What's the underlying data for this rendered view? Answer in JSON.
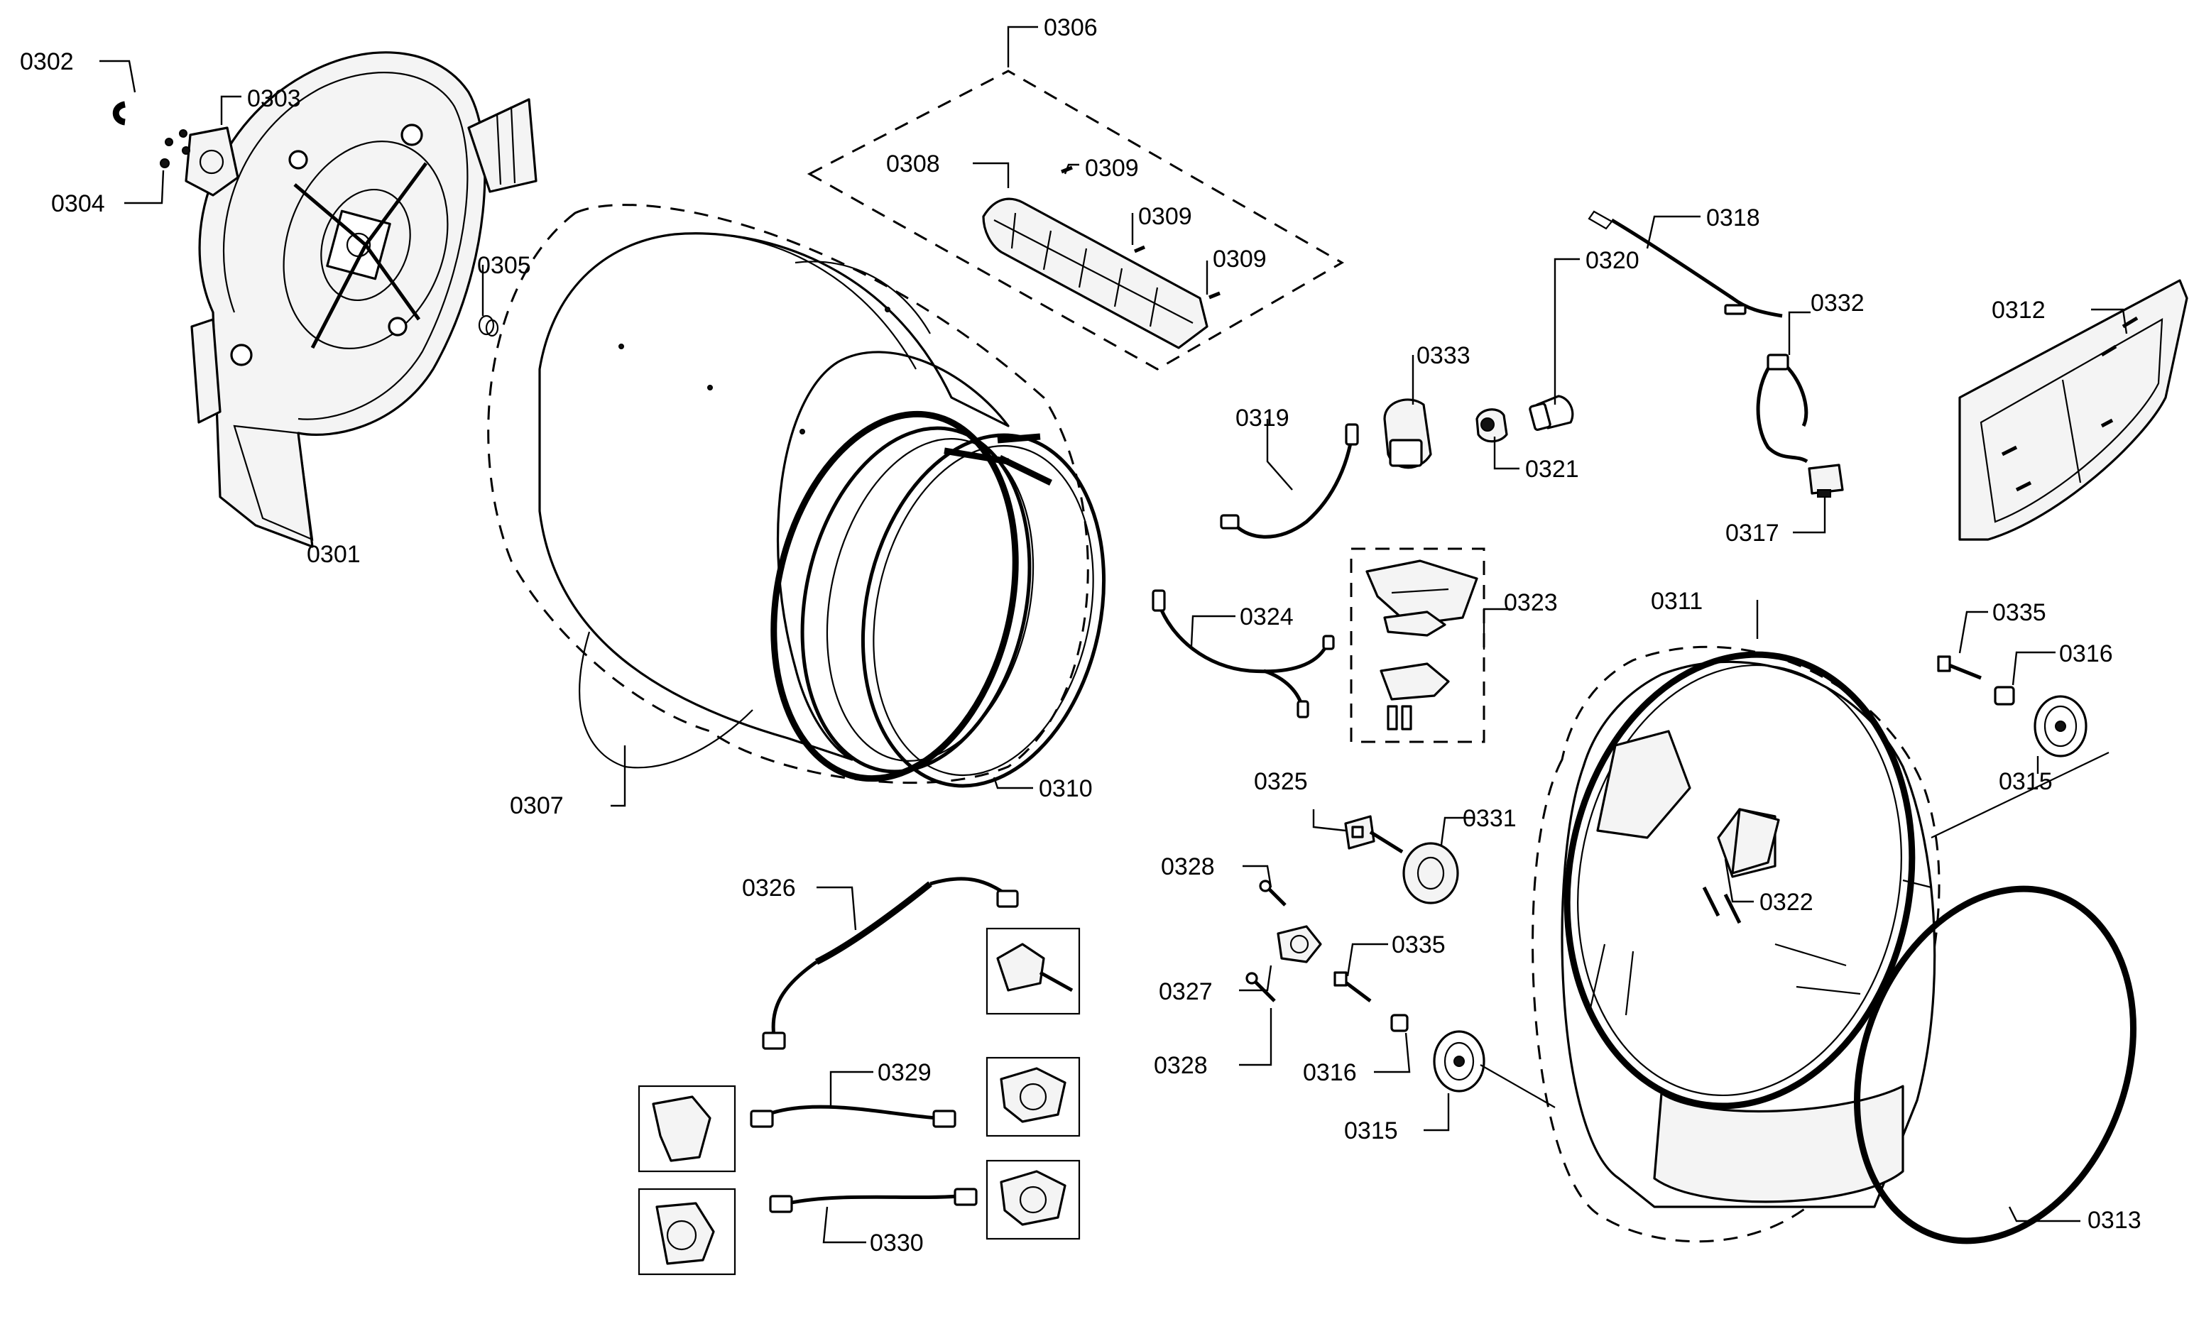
{
  "diagram": {
    "type": "exploded-parts-diagram",
    "part_numbers": {
      "p0301": "0301",
      "p0302": "0302",
      "p0303": "0303",
      "p0304": "0304",
      "p0305": "0305",
      "p0306": "0306",
      "p0307": "0307",
      "p0308": "0308",
      "p0309a": "0309",
      "p0309b": "0309",
      "p0309c": "0309",
      "p0310": "0310",
      "p0311": "0311",
      "p0312": "0312",
      "p0313": "0313",
      "p0315a": "0315",
      "p0315b": "0315",
      "p0316a": "0316",
      "p0316b": "0316",
      "p0317": "0317",
      "p0318": "0318",
      "p0319": "0319",
      "p0320": "0320",
      "p0321": "0321",
      "p0322": "0322",
      "p0323": "0323",
      "p0324": "0324",
      "p0325": "0325",
      "p0326": "0326",
      "p0327": "0327",
      "p0328a": "0328",
      "p0328b": "0328",
      "p0329": "0329",
      "p0330": "0330",
      "p0331": "0331",
      "p0332": "0332",
      "p0333": "0333",
      "p0335a": "0335",
      "p0335b": "0335"
    }
  }
}
